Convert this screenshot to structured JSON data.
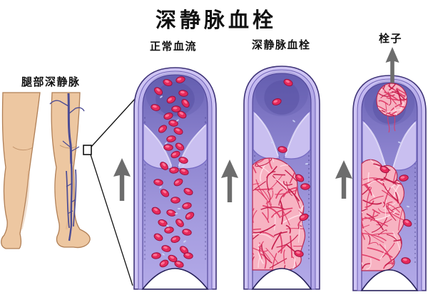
{
  "title": "深静脉血栓",
  "legs": {
    "label": "腿部深静脉"
  },
  "panels": [
    {
      "id": "normal-flow",
      "label": "正常血流"
    },
    {
      "id": "dvt",
      "label": "深静脉血栓"
    },
    {
      "id": "embolus",
      "label": "栓子"
    }
  ],
  "icons": {
    "flow_arrow": "up-arrow-icon",
    "embolus_arrow": "up-arrow-icon",
    "callout": "magnifier-callout-lines"
  },
  "colors": {
    "background": "#ffffff",
    "text": "#111111",
    "skin": "#edc7a1",
    "skin_outline": "#b07f56",
    "skin_shadow": "#d8a77b",
    "leg_vein": "#4c4c94",
    "tube_outer_wall": "#cfc5f4",
    "tube_wall_band": "#bdb2ee",
    "tube_outline": "#3f3478",
    "tube_inner_line": "#6e61b4",
    "lumen_top": "#6b64b6",
    "lumen_mid": "#8d84cf",
    "lumen_low": "#b3aae8",
    "dome_shadow": "#544d9f",
    "valve": "#c9bff0",
    "valve_edge": "#756ac2",
    "valve_highlight": "#eae5fb",
    "cell_fill": "#e62a5c",
    "cell_edge": "#9a1040",
    "cell_light": "#ff7fa0",
    "clot_base": "#f7b3c2",
    "clot_strand": "#de3a66",
    "clot_dark": "#c21747",
    "clot_light": "#ffdde6",
    "clot_outline": "#b52752",
    "arrow": "#6d6d6d",
    "callout_line": "#101010",
    "speck": "#cdd6f6",
    "arch_fill": "#ffffff",
    "arch_edge": "#26205a"
  }
}
